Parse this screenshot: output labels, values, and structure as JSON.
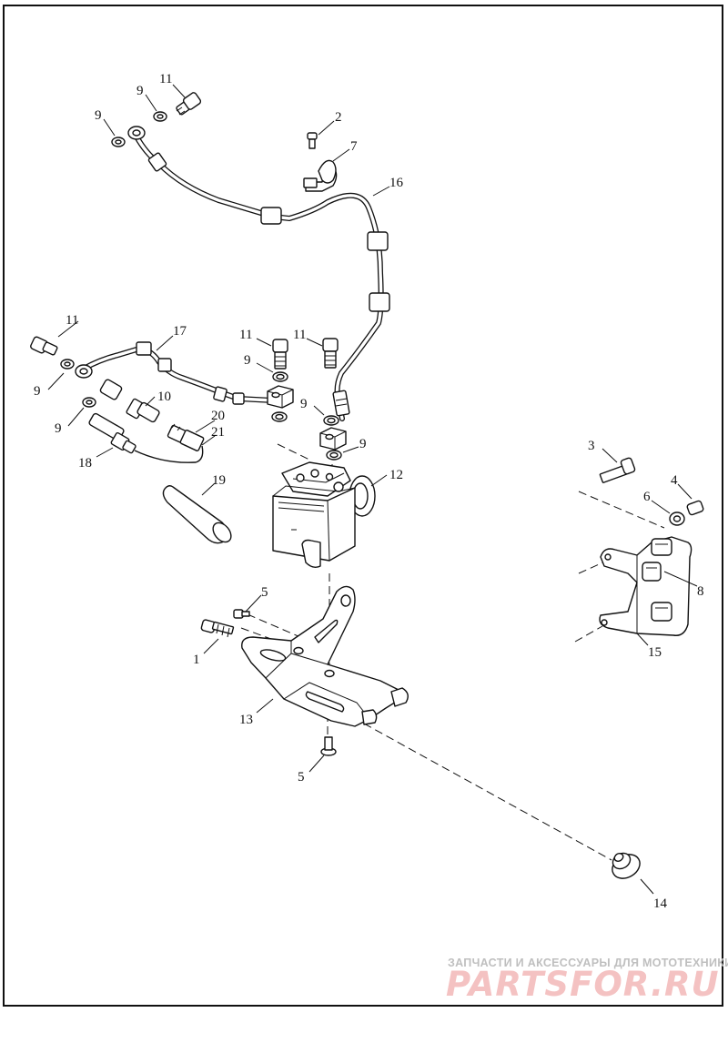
{
  "callouts": {
    "c1": "1",
    "c2": "2",
    "c3": "3",
    "c4": "4",
    "c5a": "5",
    "c5b": "5",
    "c6": "6",
    "c7": "7",
    "c8": "8",
    "c9a": "9",
    "c9b": "9",
    "c9c": "9",
    "c9d": "9",
    "c9e": "9",
    "c9f": "9",
    "c9g": "9",
    "c10": "10",
    "c11a": "11",
    "c11b": "11",
    "c11c": "11",
    "c11d": "11",
    "c12": "12",
    "c13": "13",
    "c14": "14",
    "c15": "15",
    "c16": "16",
    "c17": "17",
    "c18": "18",
    "c19": "19",
    "c20": "20",
    "c21": "21"
  },
  "watermark": {
    "tagline": "ЗАПЧАСТИ И АКСЕССУАРЫ ДЛЯ МОТОТЕХНИКИ",
    "logo": "PARTSFOR.RU"
  }
}
